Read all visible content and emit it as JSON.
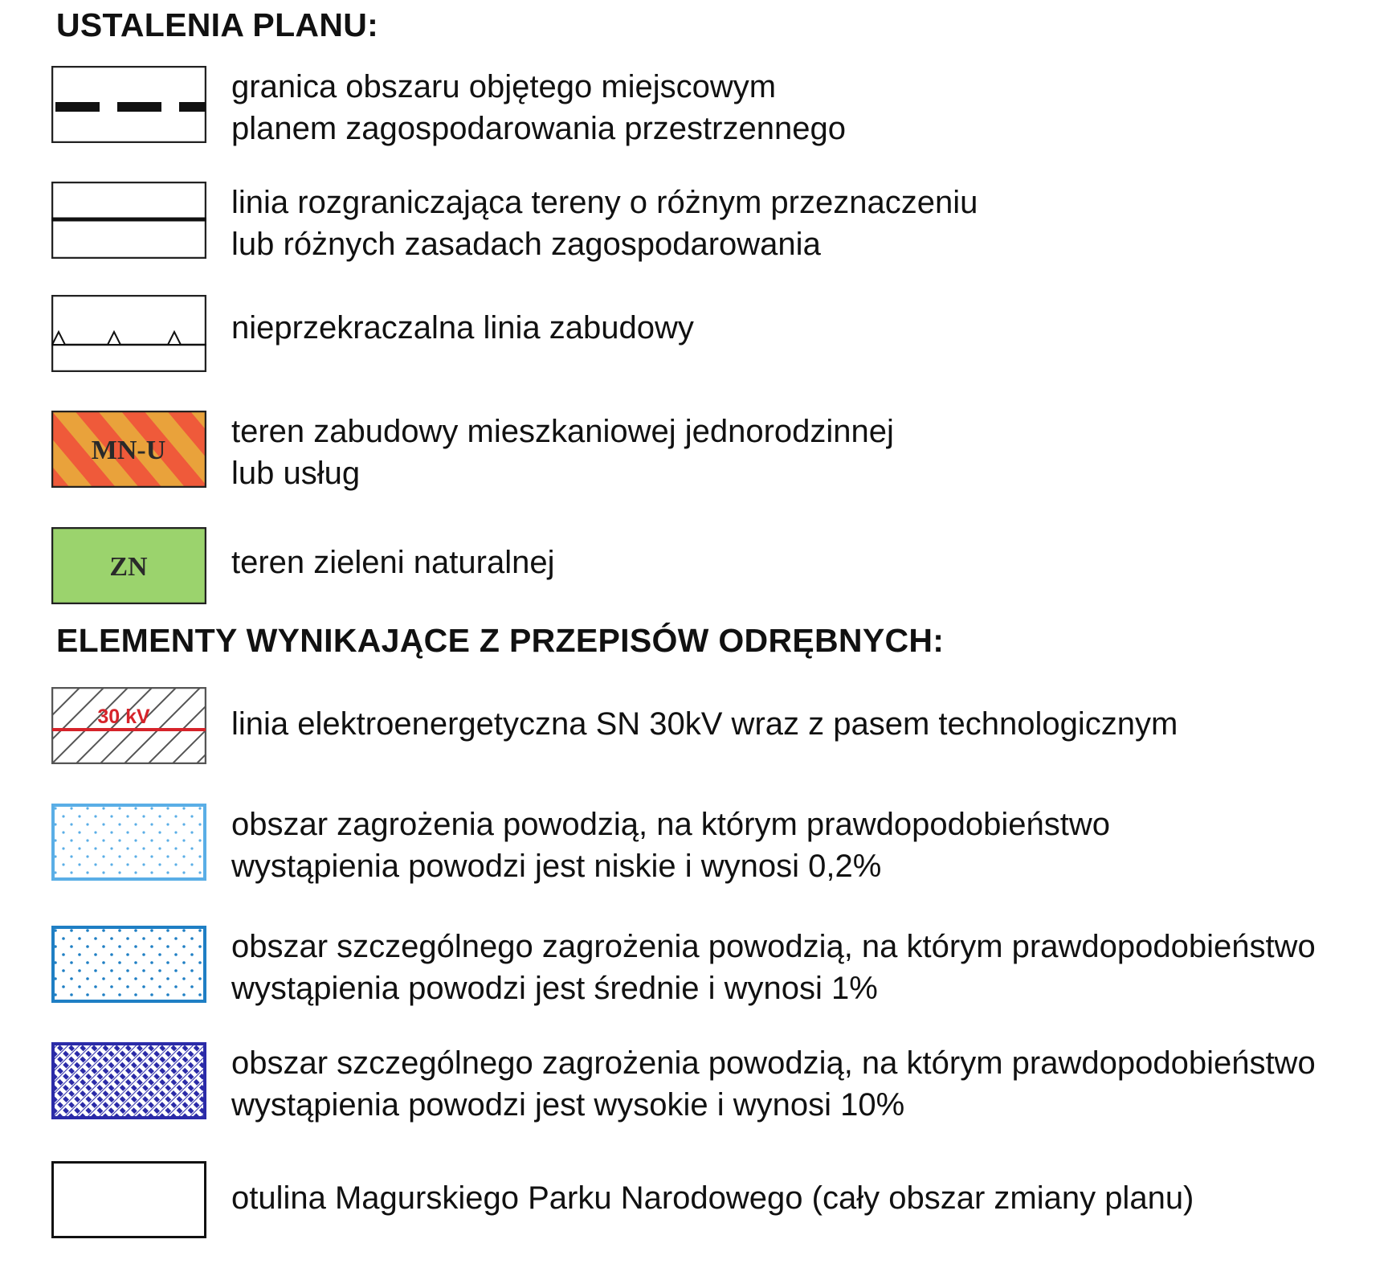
{
  "sections": {
    "plan_title": "USTALENIA PLANU:",
    "other_title": "ELEMENTY WYNIKAJĄCE Z PRZEPISÓW ODRĘBNYCH:"
  },
  "legend": {
    "plan_boundary": {
      "icon": "dashed-boundary-line",
      "text": "granica obszaru objętego miejscowym\nplanem zagospodarowania przestrzennego"
    },
    "dividing_line": {
      "icon": "solid-dividing-line",
      "text": "linia rozgraniczająca tereny o różnym przeznaczeniu\nlub różnych zasadach zagospodarowania"
    },
    "building_line": {
      "icon": "building-line-triangles",
      "text": "nieprzekraczalna linia zabudowy"
    },
    "mnu": {
      "icon": "striped-zone-swatch",
      "code": "MN-U",
      "colors": [
        "#ef5a3a",
        "#e9a23b"
      ],
      "text": "teren zabudowy mieszkaniowej jednorodzinnej\nlub usług"
    },
    "zn": {
      "icon": "green-zone-swatch",
      "code": "ZN",
      "color": "#9bd36d",
      "text": "teren zieleni naturalnej"
    },
    "power_line": {
      "icon": "power-line-hatched-swatch",
      "label": "30 kV",
      "color": "#d6232a",
      "text": "linia elektroenergetyczna SN 30kV wraz z pasem technologicznym"
    },
    "flood_low": {
      "icon": "light-blue-dotted-swatch",
      "color": "#5aaee6",
      "text": "obszar zagrożenia powodzią, na którym prawdopodobieństwo\nwystąpienia powodzi jest niskie i wynosi 0,2%"
    },
    "flood_medium": {
      "icon": "blue-dotted-swatch",
      "color": "#1f7fc4",
      "text": "obszar szczególnego zagrożenia powodzią, na którym prawdopodobieństwo\nwystąpienia powodzi jest średnie i wynosi 1%"
    },
    "flood_high": {
      "icon": "dark-blue-hatched-swatch",
      "color": "#2b2ba8",
      "text": "obszar szczególnego zagrożenia powodzią, na którym prawdopodobieństwo\nwystąpienia powodzi jest wysokie i wynosi 10%"
    },
    "park_buffer": {
      "icon": "empty-outline-swatch",
      "text": "otulina Magurskiego Parku Narodowego (cały obszar zmiany planu)"
    }
  }
}
